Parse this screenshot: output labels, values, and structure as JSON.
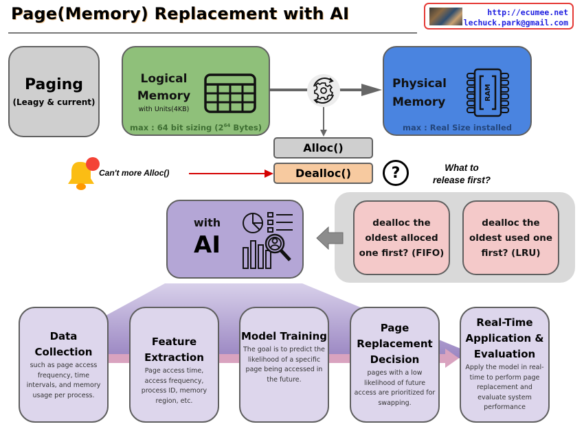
{
  "header": {
    "title": "Page(Memory) Replacement with AI",
    "contact": {
      "url": "http://ecumee.net",
      "email": "lechuck.park@gmail.com"
    }
  },
  "paging": {
    "title": "Paging",
    "subtitle": "(Leagy & current)"
  },
  "logical_memory": {
    "title": "Logical Memory",
    "subtitle": "with Units(4KB)",
    "footer_prefix": "max : 64 bit sizing (2",
    "footer_exponent": "64",
    "footer_suffix": " Bytes)",
    "icon": "table-grid-icon"
  },
  "physical_memory": {
    "title": "Physical Memory",
    "footer": "max : Real Size installed",
    "icon": "ram-chip-icon",
    "icon_label": "RAM"
  },
  "operations": {
    "alloc": "Alloc()",
    "dealloc": "Dealloc()"
  },
  "alert": {
    "icon": "notification-bell-icon",
    "text": "Can't more Alloc()"
  },
  "question": {
    "icon": "question-mark-icon",
    "symbol": "?",
    "text_line1": "What to",
    "text_line2": "release first?"
  },
  "strategies": [
    {
      "label": "dealloc the oldest alloced one first? (FIFO)"
    },
    {
      "label": "dealloc the oldest used one first? (LRU)"
    }
  ],
  "ai_box": {
    "with": "with",
    "ai": "AI",
    "icon": "data-analytics-icon"
  },
  "steps": [
    {
      "title": "Data Collection",
      "desc": "such as page access frequency, time intervals, and memory usage per process."
    },
    {
      "title": "Feature Extraction",
      "desc": "Page access time, access frequency, process ID, memory region, etc."
    },
    {
      "title": "Model Training",
      "desc": "The goal is to predict the likelihood of a specific page being accessed in the future."
    },
    {
      "title": "Page Replacement Decision",
      "desc": "pages with a low likelihood of future access are prioritized for swapping."
    },
    {
      "title": "Real-Time Application & Evaluation",
      "desc": "Apply the model in real-time to perform page replacement and evaluate system performance"
    }
  ],
  "colors": {
    "paging": "#cfcfcf",
    "logical": "#8fc07a",
    "physical": "#4a84e0",
    "alloc": "#cfcfcf",
    "dealloc": "#f7caa0",
    "strategy": "#f4c9c9",
    "ai": "#b4a6d6",
    "step": "#ddd6ec",
    "alert_arrow": "#d40000"
  }
}
